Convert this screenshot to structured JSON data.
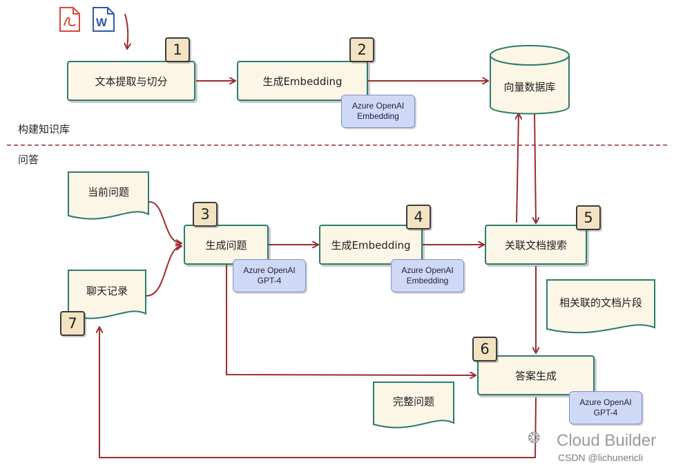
{
  "sections": {
    "build": "构建知识库",
    "qa": "问答"
  },
  "nodes": {
    "extract": "文本提取与切分",
    "embed_build": "生成Embedding",
    "vector_db": "向量数据库",
    "gen_question": "生成问题",
    "embed_qa": "生成Embedding",
    "search": "关联文档搜索",
    "answer": "答案生成"
  },
  "docs": {
    "current_question": "当前问题",
    "chat_history": "聊天记录",
    "related_chunks": "相关联的文档片段",
    "full_question": "完整问题"
  },
  "tags": {
    "embed_build": [
      "Azure OpenAI",
      "Embedding"
    ],
    "gen_question": [
      "Azure OpenAI",
      "GPT-4"
    ],
    "embed_qa": [
      "Azure OpenAI",
      "Embedding"
    ],
    "answer": [
      "Azure OpenAI",
      "GPT-4"
    ]
  },
  "badges": {
    "b1": "1",
    "b2": "2",
    "b3": "3",
    "b4": "4",
    "b5": "5",
    "b6": "6",
    "b7": "7"
  },
  "file_icons": {
    "pdf": "PDF",
    "word": "W"
  },
  "watermark": {
    "title": "Cloud Builder",
    "sub": "CSDN @lichunericli"
  },
  "colors": {
    "arrow": "#9b2b2b",
    "node_border": "#2c7a6c",
    "node_fill": "#fbf6e6",
    "tag_fill": "#cfd8f5",
    "badge_fill": "#f3e3c3"
  }
}
